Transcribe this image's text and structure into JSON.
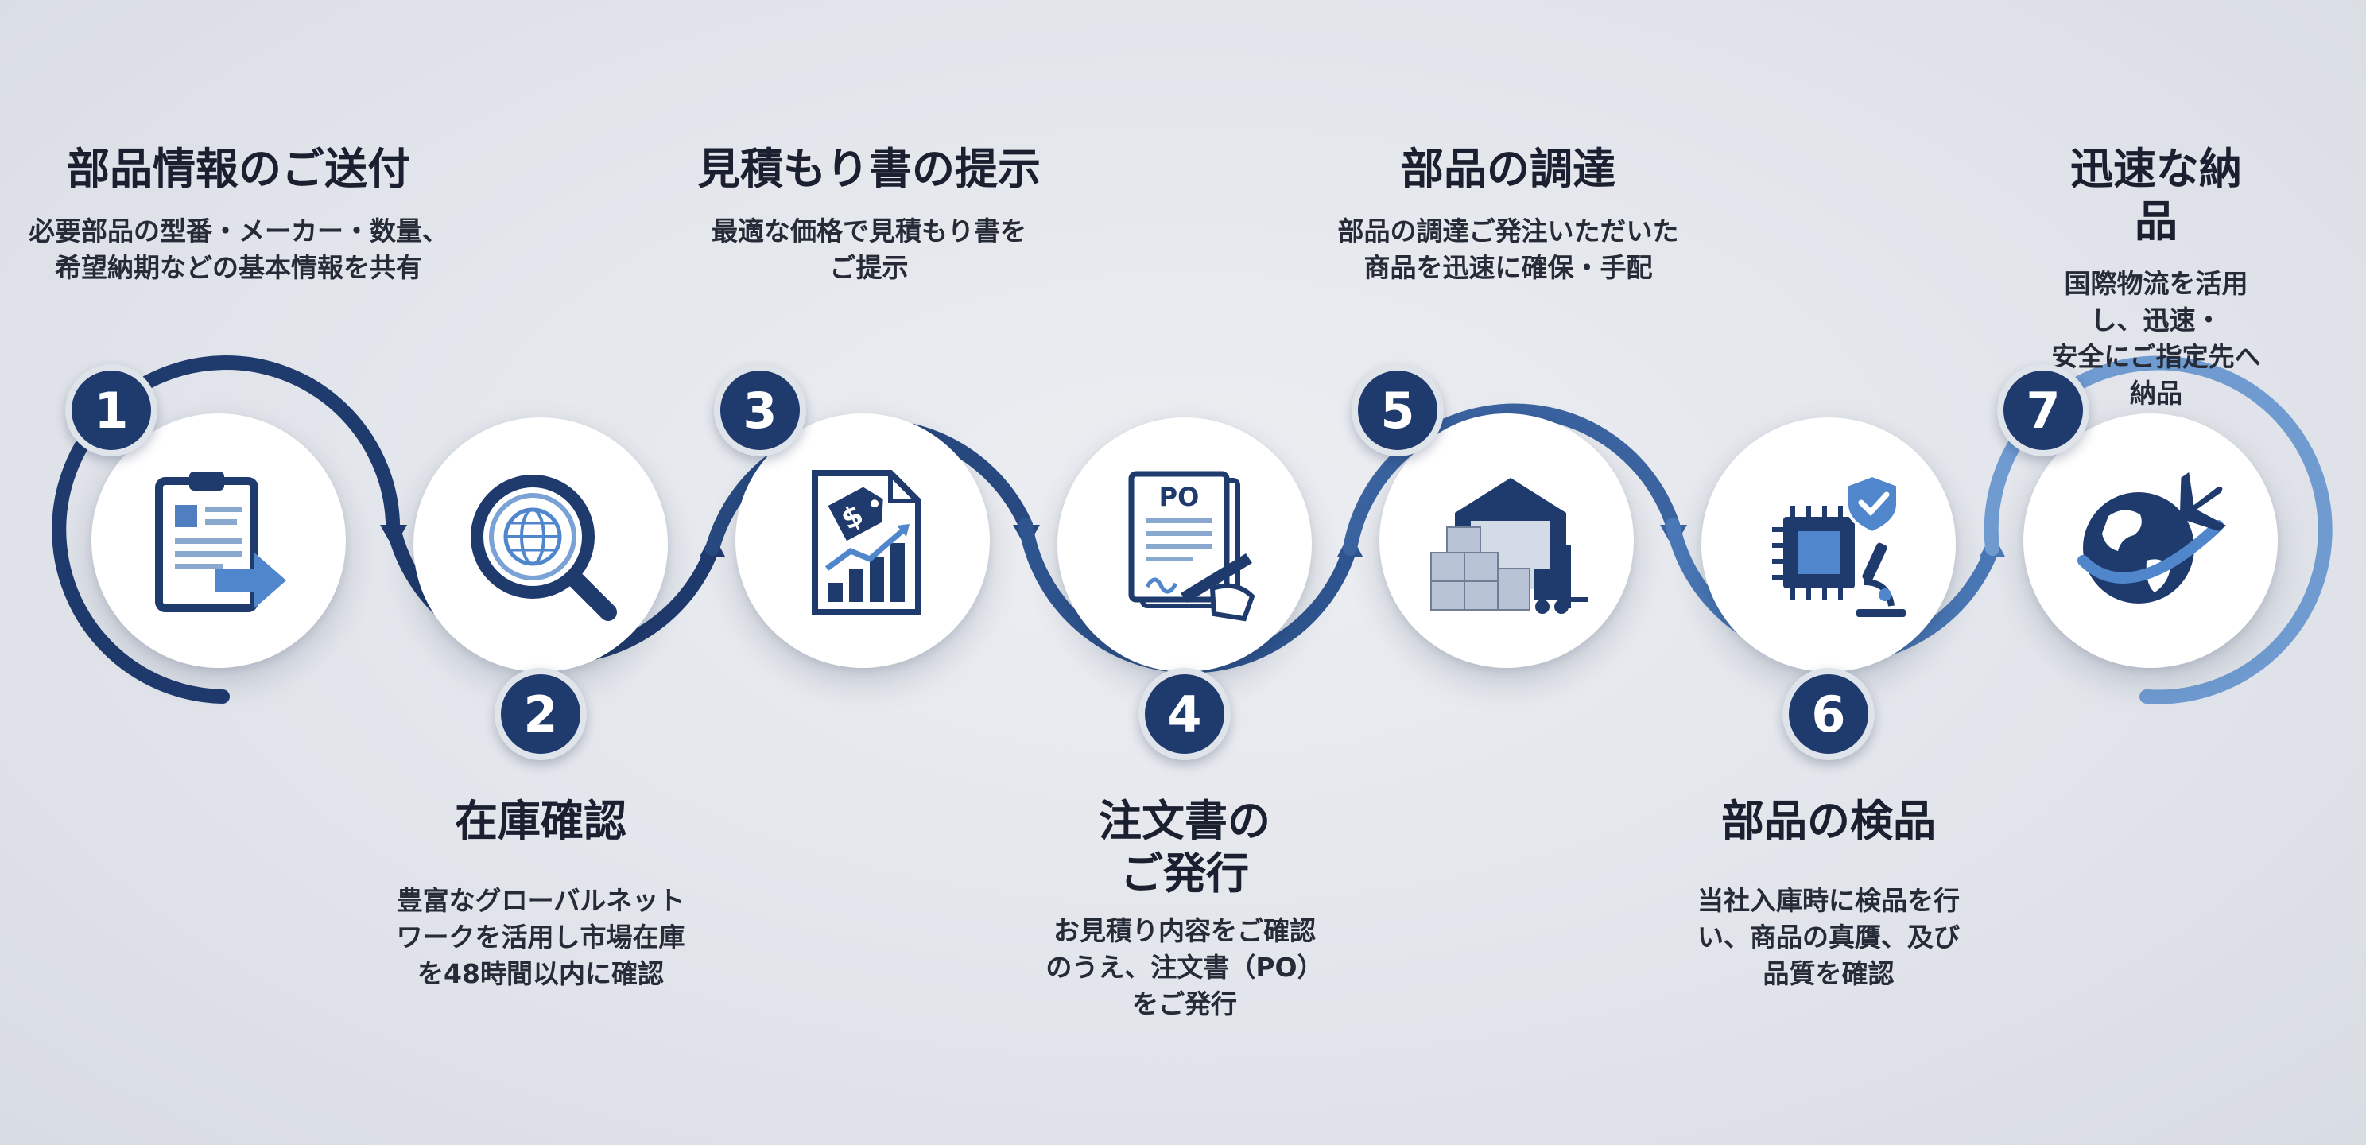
{
  "steps": [
    {
      "number": "1",
      "title": "部品情報のご送付",
      "description": "必要部品の型番・メーカー・数量、\n希望納期などの基本情報を共有",
      "icon": "clipboard-arrow-icon"
    },
    {
      "number": "2",
      "title": "在庫確認",
      "description": "豊富なグローバルネット\nワークを活用し市場在庫\nを48時間以内に確認",
      "icon": "globe-magnifier-icon"
    },
    {
      "number": "3",
      "title": "見積もり書の提示",
      "description": "最適な価格で見積もり書を\nご提示",
      "icon": "price-tag-chart-icon",
      "icon_text": "$"
    },
    {
      "number": "4",
      "title": "注文書の\nご発行",
      "description": "お見積り内容をご確認\nのうえ、注文書（PO）\nをご発行",
      "icon": "purchase-order-signing-icon",
      "icon_text": "PO"
    },
    {
      "number": "5",
      "title": "部品の調達",
      "description": "部品の調達ご発注いただいた\n商品を迅速に確保・手配",
      "icon": "warehouse-forklift-icon"
    },
    {
      "number": "6",
      "title": "部品の検品",
      "description": "当社入庫時に検品を行\nい、商品の真贋、及び\n品質を確認",
      "icon": "chip-shield-microscope-icon"
    },
    {
      "number": "7",
      "title": "迅速な納品",
      "description": "国際物流を活用し、迅速・\n安全にご指定先へ納品",
      "icon": "globe-airplane-icon"
    }
  ],
  "colors": {
    "dark_navy": "#1f3a6d",
    "mid_blue": "#3f6aa6",
    "light_blue": "#6f9bd1",
    "background": "#e3e6ec"
  }
}
